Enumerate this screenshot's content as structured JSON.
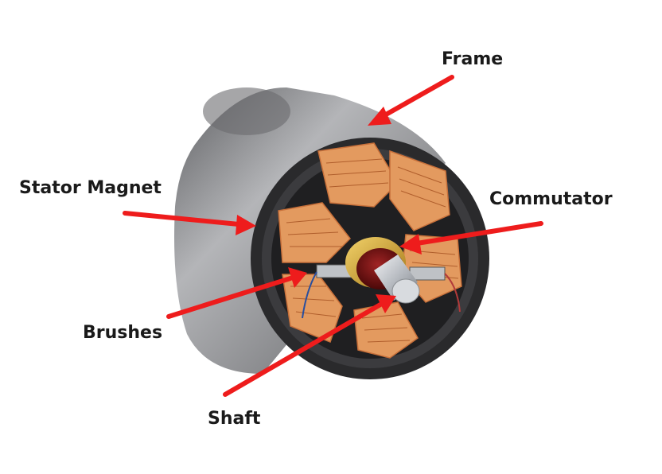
{
  "labels": {
    "frame": "Frame",
    "stator_magnet": "Stator Magnet",
    "commutator": "Commutator",
    "brushes": "Brushes",
    "shaft": "Shaft"
  },
  "colors": {
    "arrow": "#ee1c1c",
    "frame_body": "#8f9093",
    "frame_face": "#2a2a2c",
    "winding": "#e39a5f",
    "winding_line": "#c8703a",
    "commutator_gold": "#d5a62e",
    "rotor_core": "#6e0f0f",
    "shaft": "#bfc3c8"
  }
}
